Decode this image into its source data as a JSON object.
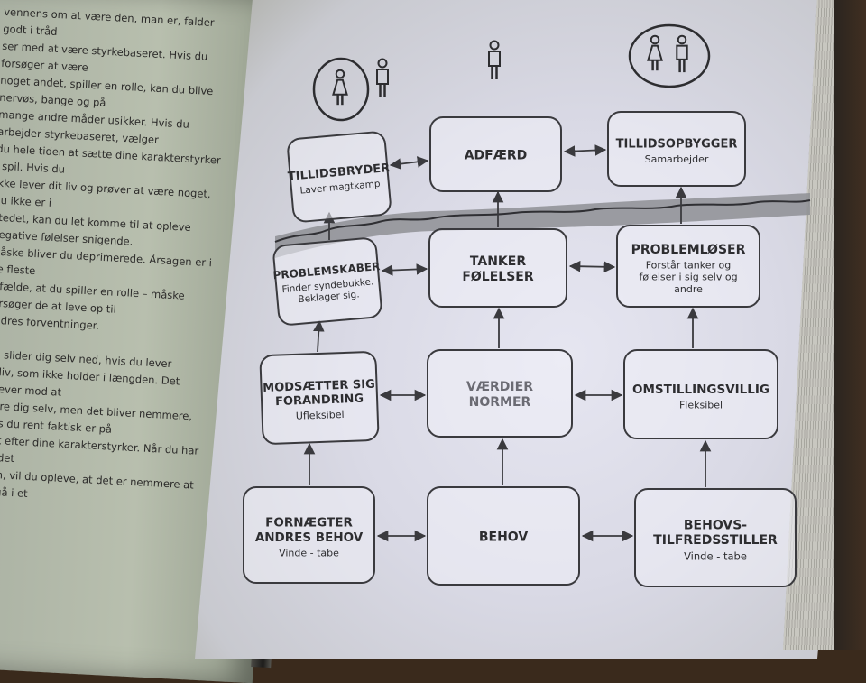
{
  "left_page": {
    "lines": [
      "vennens om at være den, man er, falder godt i tråd",
      "ser med at være styrkebaseret. Hvis du forsøger at være",
      "noget andet, spiller en rolle, kan du blive nervøs, bange og på",
      "mange andre måder usikker. Hvis du arbejder styrkebaseret, vælger",
      "du hele tiden at sætte dine karakterstyrker i spil. Hvis du",
      "ikke lever dit liv og prøver at være noget, du ikke er i",
      "stedet, kan du let komme til at opleve negative følelser snigende.",
      "Måske bliver du deprimerede. Årsagen er i de fleste",
      "tilfælde, at du spiller en rolle – måske forsøger de at leve op til",
      "andres forventninger.",
      "",
      "Du slider dig selv ned, hvis du lever",
      "et liv, som ikke holder i længden. Det kræver mod at",
      "være dig selv, men det bliver nemmere, hvis du rent faktisk er på",
      "jagt efter dine karakterstyrker. Når du har fundet",
      "dem, vil du opleve, at det er nemmere at indgå i et"
    ]
  },
  "diagram": {
    "boxes": [
      {
        "id": "tillidsbryder",
        "title": [
          "TILLIDSBRYDER"
        ],
        "sub": [
          "Laver magtkamp"
        ]
      },
      {
        "id": "adfaerd",
        "title": [
          "ADFÆRD"
        ],
        "sub": []
      },
      {
        "id": "tillidsopbygger",
        "title": [
          "TILLIDSOPBYGGER"
        ],
        "sub": [
          "Samarbejder"
        ]
      },
      {
        "id": "problemskaber",
        "title": [
          "PROBLEMSKABER"
        ],
        "sub": [
          "Finder syndebukke.",
          "Beklager sig."
        ]
      },
      {
        "id": "tanker-folelser",
        "title": [
          "TANKER",
          "FØLELSER"
        ],
        "sub": []
      },
      {
        "id": "problemloser",
        "title": [
          "PROBLEMLØSER"
        ],
        "sub": [
          "Forstår tanker og",
          "følelser i sig selv og",
          "andre"
        ]
      },
      {
        "id": "modsaetter",
        "title": [
          "MODSÆTTER SIG",
          "FORANDRING"
        ],
        "sub": [
          "Ufleksibel"
        ]
      },
      {
        "id": "vaerdier-normer",
        "title": [
          "VÆRDIER",
          "NORMER"
        ],
        "sub": []
      },
      {
        "id": "omstillingsvillig",
        "title": [
          "OMSTILLINGSVILLIG"
        ],
        "sub": [
          "Fleksibel"
        ]
      },
      {
        "id": "fornaegter",
        "title": [
          "FORNÆGTER",
          "ANDRES BEHOV"
        ],
        "sub": [
          "Vinde - tabe"
        ]
      },
      {
        "id": "behov",
        "title": [
          "BEHOV"
        ],
        "sub": []
      },
      {
        "id": "behovstilfredsstiller",
        "title": [
          "BEHOVS-",
          "TILFREDSSTILLER"
        ],
        "sub": [
          "Vinde - tabe"
        ]
      }
    ],
    "icons": [
      {
        "id": "couple-circle-left",
        "name": "woman-man-circle-icon"
      },
      {
        "id": "person-center",
        "name": "person-icon"
      },
      {
        "id": "couple-circle-right",
        "name": "woman-man-circle-icon"
      }
    ],
    "colors": {
      "box_stroke": "#3a3a3e",
      "water": "#8e8f94",
      "value_text": "#6b6b73"
    }
  }
}
